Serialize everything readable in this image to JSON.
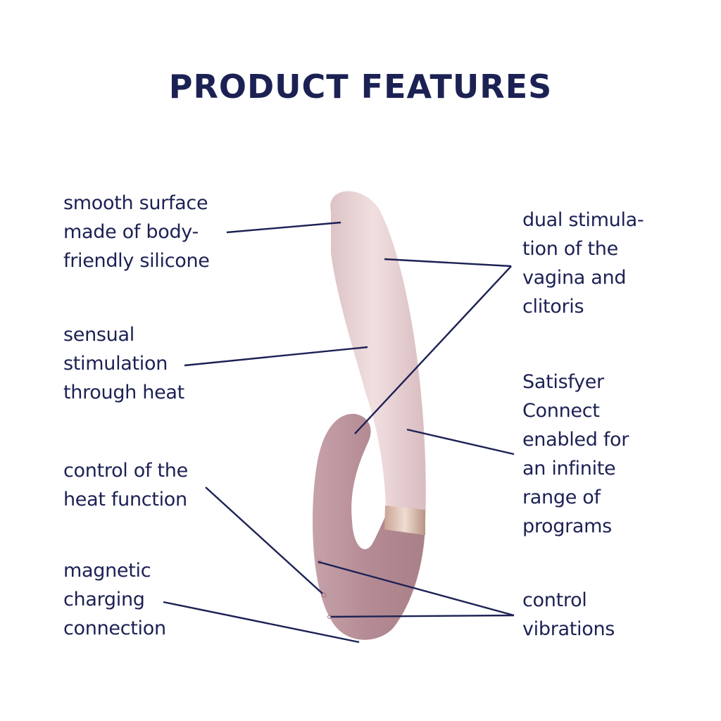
{
  "title": "PRODUCT FEATURES",
  "colors": {
    "text": "#1c2154",
    "shaft": "#ecd6d8",
    "base": "#b9919a",
    "band": "#d9b8a9",
    "background": "#ffffff"
  },
  "callouts": {
    "left": [
      {
        "id": "silicone",
        "text": "smooth surface\nmade of body-\nfriendly silicone"
      },
      {
        "id": "heat",
        "text": "sensual\nstimulation\nthrough heat"
      },
      {
        "id": "heat_control",
        "text": "control of the\nheat function"
      },
      {
        "id": "charging",
        "text": "magnetic\ncharging\nconnection"
      }
    ],
    "right": [
      {
        "id": "dual",
        "text": "dual stimula-\ntion of the\nvagina and\nclitoris"
      },
      {
        "id": "app",
        "text": "Satisfyer\nConnect\nenabled for\nan infinite\nrange of\nprograms"
      },
      {
        "id": "vibration",
        "text": "control\nvibrations"
      }
    ]
  }
}
